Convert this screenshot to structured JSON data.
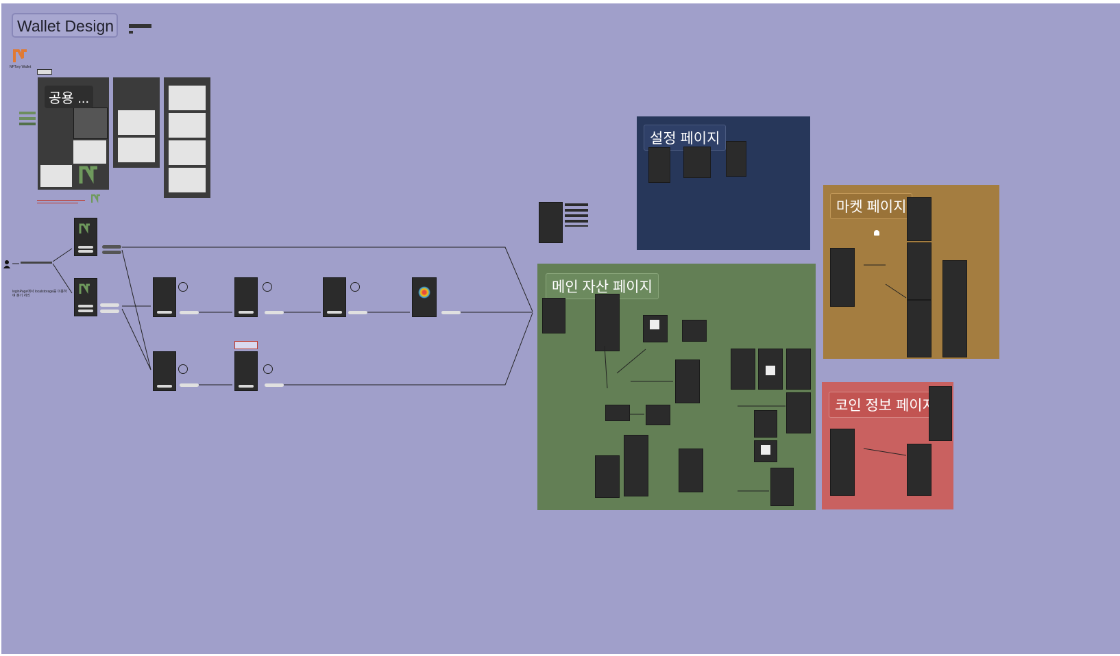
{
  "board": {
    "title": "Wallet Design",
    "logo_caption": "NFTory Wallet"
  },
  "sections": {
    "common": "공용 ...",
    "settings": "설정 페이지",
    "market": "마켓 페이지",
    "main_assets": "메인 자산 페이지",
    "coin_info": "코인 정보 페이지"
  },
  "notes": {
    "login": "loginPage에서 localstorage를 이용하여 분기 처리",
    "wallet_name": "NFTory Wallet"
  },
  "colors": {
    "canvas": "#a09fca",
    "settings_bg": "#27375a",
    "market_bg": "#a47d40",
    "main_bg": "#637f55",
    "coin_bg": "#c96160"
  },
  "icons": {
    "user": "user-icon",
    "logo": "nftory-logo"
  }
}
